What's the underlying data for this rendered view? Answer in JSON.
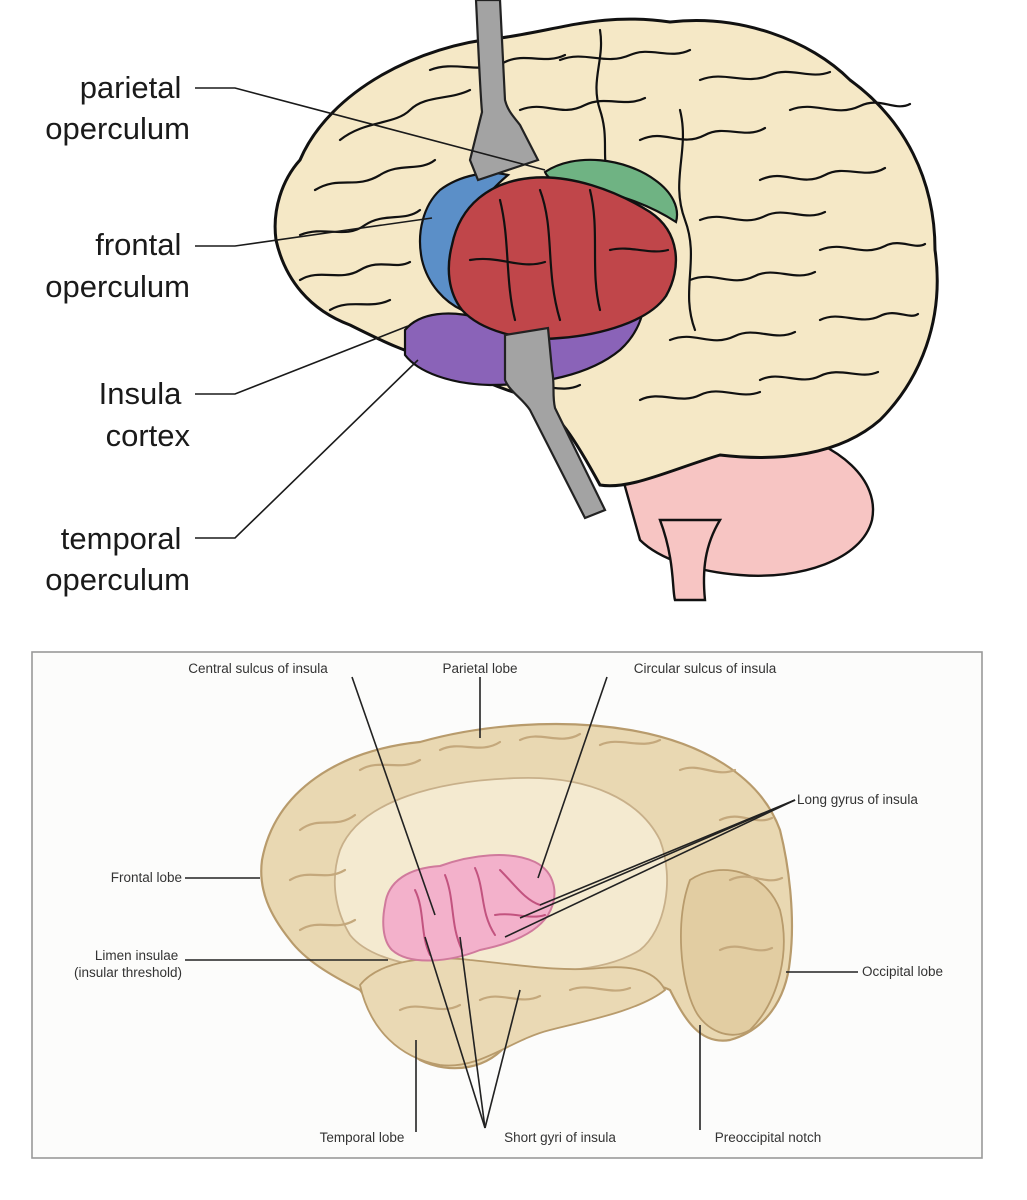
{
  "top_figure": {
    "labels": [
      {
        "id": "parietal",
        "line1": "parietal",
        "line2": "operculum",
        "color": "#6fb383"
      },
      {
        "id": "frontal",
        "line1": "frontal",
        "line2": "operculum",
        "color": "#5b8fc8"
      },
      {
        "id": "insula",
        "line1": "Insula",
        "line2": "cortex",
        "color": "#c0464a"
      },
      {
        "id": "temporal",
        "line1": "temporal",
        "line2": "operculum",
        "color": "#8a63b8"
      }
    ]
  },
  "bottom_figure": {
    "labels": {
      "central_sulcus": "Central sulcus of insula",
      "parietal_lobe": "Parietal lobe",
      "circular_sulcus": "Circular sulcus of insula",
      "long_gyrus": "Long gyrus of insula",
      "frontal_lobe": "Frontal lobe",
      "limen_line1": "Limen insulae",
      "limen_line2": "(insular threshold)",
      "occipital_lobe": "Occipital lobe",
      "temporal_lobe": "Temporal lobe",
      "short_gyri": "Short gyri of insula",
      "preoccipital_notch": "Preoccipital notch"
    }
  }
}
